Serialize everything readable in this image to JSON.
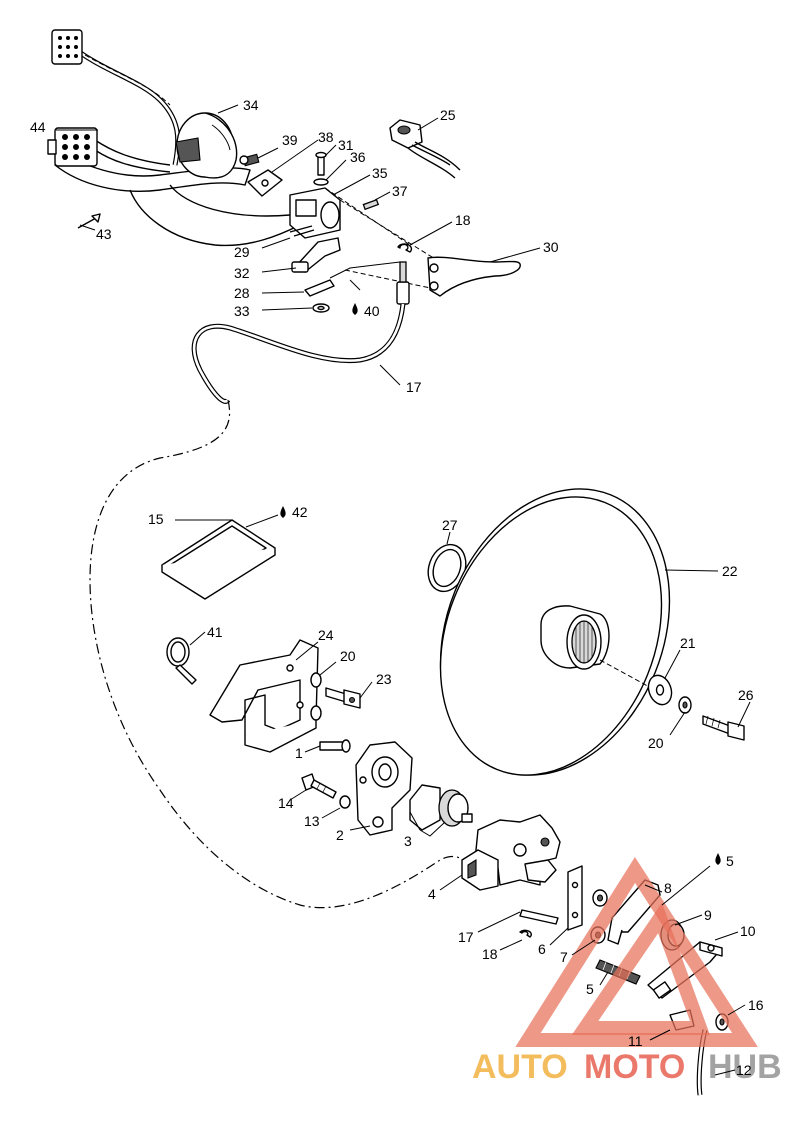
{
  "callouts": {
    "c1": "1",
    "c2": "2",
    "c3": "3",
    "c4": "4",
    "c5a": "5",
    "c5b": "5",
    "c6": "6",
    "c7": "7",
    "c8": "8",
    "c9": "9",
    "c10": "10",
    "c11": "11",
    "c12": "12",
    "c13": "13",
    "c14": "14",
    "c15": "15",
    "c16": "16",
    "c17a": "17",
    "c17b": "17",
    "c18a": "18",
    "c18b": "18",
    "c20a": "20",
    "c20b": "20",
    "c21": "21",
    "c22": "22",
    "c23": "23",
    "c24": "24",
    "c25": "25",
    "c26": "26",
    "c27": "27",
    "c28": "28",
    "c29": "29",
    "c30": "30",
    "c31": "31",
    "c32": "32",
    "c33": "33",
    "c34": "34",
    "c35": "35",
    "c36": "36",
    "c37": "37",
    "c38": "38",
    "c39": "39",
    "c40": "40",
    "c41": "41",
    "c42": "42",
    "c43": "43",
    "c44": "44"
  },
  "watermark": {
    "part1": "AUTO",
    "part2": "MOTO",
    "part3": "HUB",
    "colors": {
      "triangle": "#e8705a",
      "auto": "#f2b64c",
      "moto": "#e86a5c",
      "hub": "#9a9a9a"
    }
  },
  "icons": {
    "lubricant": "oil-drop-icon"
  }
}
